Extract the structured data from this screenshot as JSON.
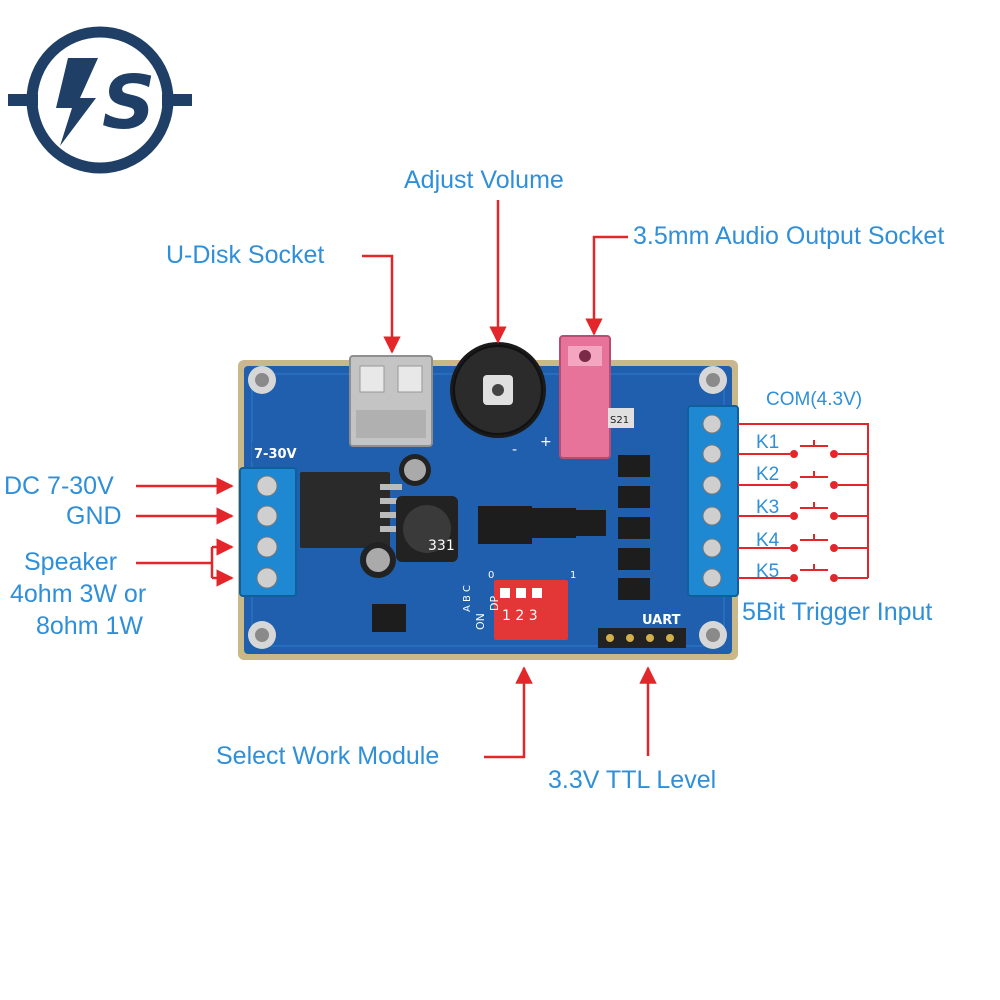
{
  "logo": {
    "text": "IS",
    "color": "#1f3f66"
  },
  "labels": {
    "adjust_volume": "Adjust Volume",
    "u_disk_socket": "U-Disk Socket",
    "audio_output": "3.5mm Audio Output Socket",
    "dc_power": "DC 7-30V",
    "gnd": "GND",
    "speaker_1": "Speaker",
    "speaker_2": "4ohm 3W or",
    "speaker_3": "8ohm 1W",
    "select_work_module": "Select Work Module",
    "ttl_level": "3.3V TTL Level",
    "com": "COM(4.3V)",
    "k1": "K1",
    "k2": "K2",
    "k3": "K3",
    "k4": "K4",
    "k5": "K5",
    "trigger_input": "5Bit Trigger Input"
  },
  "board_silkscreen": {
    "voltage": "7-30V",
    "uart": "UART",
    "dip_on": "ON",
    "dip_dp": "DP",
    "dip_nums": "1 2 3",
    "abc": "A B C",
    "zero": "0",
    "one": "1",
    "inductor": "331",
    "pot_minus": "-",
    "pot_plus": "+",
    "chip_s21": "S21"
  },
  "colors": {
    "label_text": "#2f8fd8",
    "arrow": "#e3262a",
    "pcb": "#1f5fae",
    "pcb_dark": "#184c8e",
    "terminal": "#1e88d2",
    "audio_jack": "#e8739a",
    "logo": "#1f3f66"
  }
}
